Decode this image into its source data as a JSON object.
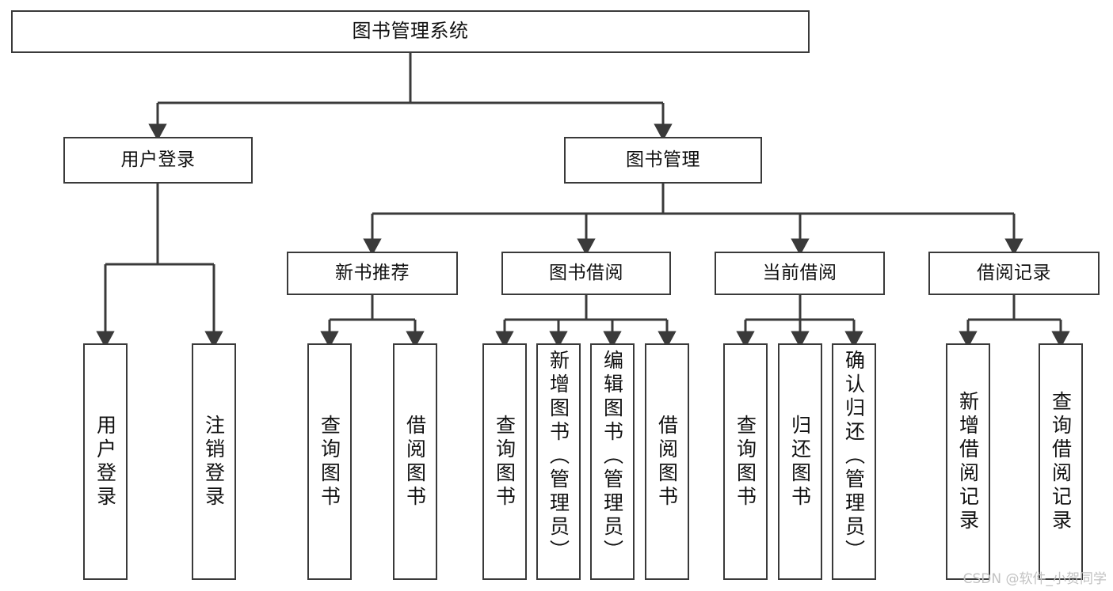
{
  "diagram": {
    "type": "tree",
    "title": "图书管理系统",
    "watermark": "CSDN @软件_小贺同学",
    "colors": {
      "border": "#3a3a3a",
      "background": "#ffffff",
      "text": "#111111",
      "edge": "#3a3a3a",
      "watermark": "#c2c2c2"
    },
    "nodes": {
      "root": {
        "label": "图书管理系统"
      },
      "level1": [
        {
          "label": "用户登录"
        },
        {
          "label": "图书管理"
        }
      ],
      "level2": [
        {
          "label": "新书推荐"
        },
        {
          "label": "图书借阅"
        },
        {
          "label": "当前借阅"
        },
        {
          "label": "借阅记录"
        }
      ],
      "leaves": {
        "user_login": [
          {
            "label": "用户登录"
          },
          {
            "label": "注销登录"
          }
        ],
        "new_books": [
          {
            "label": "查询图书"
          },
          {
            "label": "借阅图书"
          }
        ],
        "borrow": [
          {
            "label": "查询图书"
          },
          {
            "label": "新增图书（管理员）"
          },
          {
            "label": "编辑图书（管理员）"
          },
          {
            "label": "借阅图书"
          }
        ],
        "current": [
          {
            "label": "查询图书"
          },
          {
            "label": "归还图书"
          },
          {
            "label": "确认归还（管理员）"
          }
        ],
        "records": [
          {
            "label": "新增借阅记录"
          },
          {
            "label": "查询借阅记录"
          }
        ]
      }
    }
  }
}
